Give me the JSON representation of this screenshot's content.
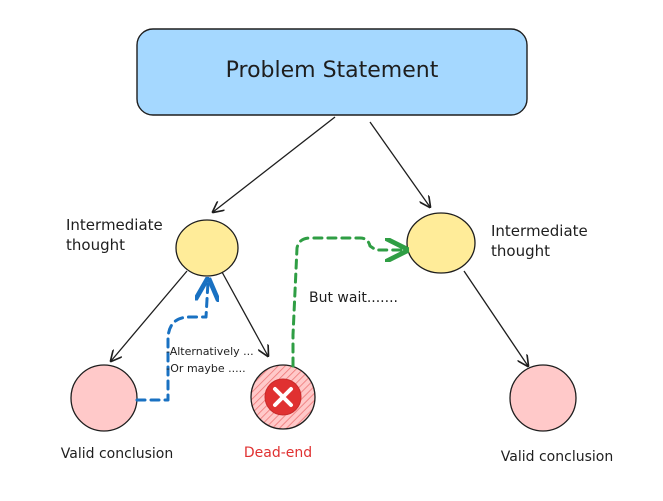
{
  "colors": {
    "problem_fill": "#a5d8ff",
    "thought_fill": "#ffec99",
    "conclusion_fill": "#ffc9c9",
    "stroke": "#1e1e1e",
    "backtrack_blue": "#1971c2",
    "continue_green": "#2f9e44",
    "dead_end_red": "#e03131"
  },
  "problem": {
    "label": "Problem Statement"
  },
  "left_thought": {
    "label_line1": "Intermediate",
    "label_line2": "thought"
  },
  "right_thought": {
    "label_line1": "Intermediate",
    "label_line2": "thought"
  },
  "left_conclusion": {
    "label": "Valid conclusion"
  },
  "dead_end": {
    "label": "Dead-end",
    "icon": "x-mark-icon"
  },
  "right_conclusion": {
    "label": "Valid conclusion"
  },
  "annotations": {
    "alternatively": "-Alternatively ...",
    "or_maybe": "-Or maybe .....",
    "but_wait": "But wait......."
  }
}
